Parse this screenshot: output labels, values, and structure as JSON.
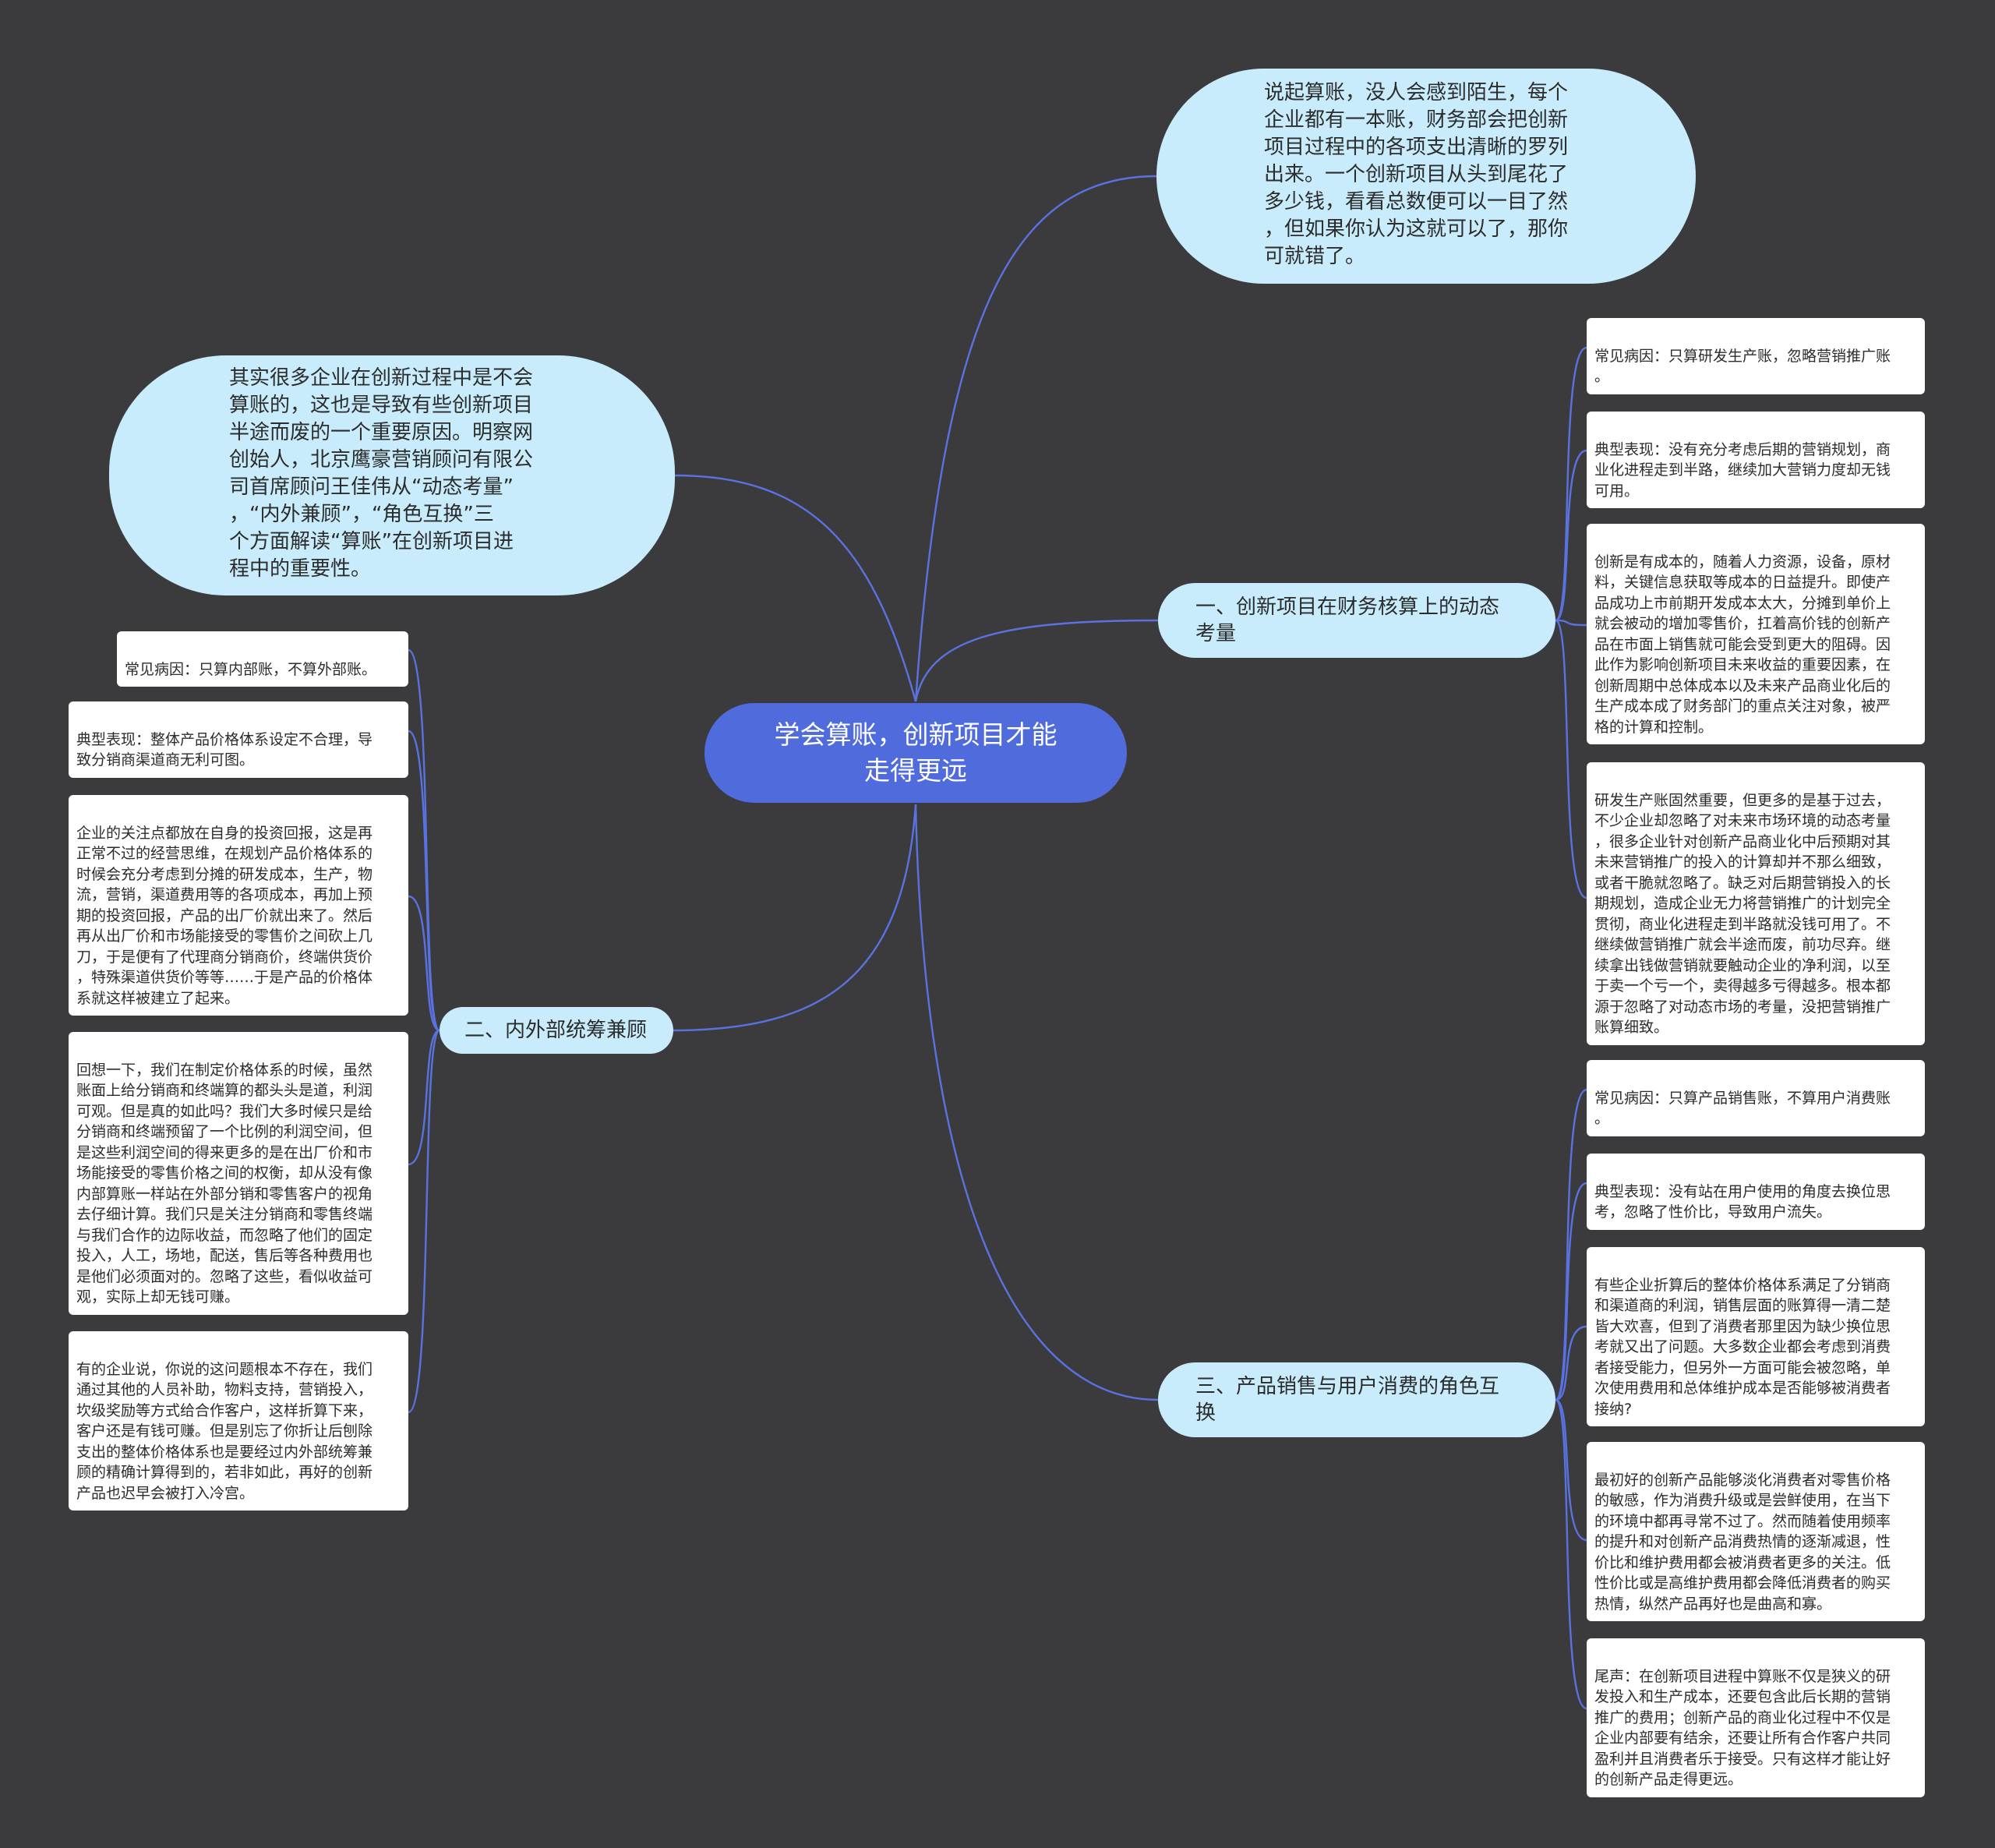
{
  "root": {
    "text": "学会算账，创新项目才能\n走得更远"
  },
  "intro_right": {
    "text": "说起算账，没人会感到陌生，每个\n企业都有一本账，财务部会把创新\n项目过程中的各项支出清晰的罗列\n出来。一个创新项目从头到尾花了\n多少钱，看看总数便可以一目了然\n，但如果你认为这就可以了，那你\n可就错了。"
  },
  "intro_left": {
    "text": "其实很多企业在创新过程中是不会\n算账的，这也是导致有些创新项目\n半途而废的一个重要原因。明察网\n创始人，北京鹰豪营销顾问有限公\n司首席顾问王佳伟从“动态考量”\n，“内外兼顾”，“角色互换”三\n个方面解读“算账”在创新项目进\n程中的重要性。"
  },
  "branch1": {
    "label": "一、创新项目在财务核算上的动态\n考量",
    "leaves": [
      "常见病因：只算研发生产账，忽略营销推广账\n。",
      "典型表现：没有充分考虑后期的营销规划，商\n业化进程走到半路，继续加大营销力度却无钱\n可用。",
      "创新是有成本的，随着人力资源，设备，原材\n料，关键信息获取等成本的日益提升。即使产\n品成功上市前期开发成本太大，分摊到单价上\n就会被动的增加零售价，扛着高价钱的创新产\n品在市面上销售就可能会受到更大的阻碍。因\n此作为影响创新项目未来收益的重要因素，在\n创新周期中总体成本以及未来产品商业化后的\n生产成本成了财务部门的重点关注对象，被严\n格的计算和控制。",
      "研发生产账固然重要，但更多的是基于过去，\n不少企业却忽略了对未来市场环境的动态考量\n，很多企业针对创新产品商业化中后预期对其\n未来营销推广的投入的计算却并不那么细致，\n或者干脆就忽略了。缺乏对后期营销投入的长\n期规划，造成企业无力将营销推广的计划完全\n贯彻，商业化进程走到半路就没钱可用了。不\n继续做营销推广就会半途而废，前功尽弃。继\n续拿出钱做营销就要触动企业的净利润，以至\n于卖一个亏一个，卖得越多亏得越多。根本都\n源于忽略了对动态市场的考量，没把营销推广\n账算细致。"
    ]
  },
  "branch2": {
    "label": "二、内外部统筹兼顾",
    "leaves": [
      "常见病因：只算内部账，不算外部账。",
      "典型表现：整体产品价格体系设定不合理，导\n致分销商渠道商无利可图。",
      "企业的关注点都放在自身的投资回报，这是再\n正常不过的经营思维，在规划产品价格体系的\n时候会充分考虑到分摊的研发成本，生产，物\n流，营销，渠道费用等的各项成本，再加上预\n期的投资回报，产品的出厂价就出来了。然后\n再从出厂价和市场能接受的零售价之间砍上几\n刀，于是便有了代理商分销商价，终端供货价\n，特殊渠道供货价等等……于是产品的价格体\n系就这样被建立了起来。",
      "回想一下，我们在制定价格体系的时候，虽然\n账面上给分销商和终端算的都头头是道，利润\n可观。但是真的如此吗？我们大多时候只是给\n分销商和终端预留了一个比例的利润空间，但\n是这些利润空间的得来更多的是在出厂价和市\n场能接受的零售价格之间的权衡，却从没有像\n内部算账一样站在外部分销和零售客户的视角\n去仔细计算。我们只是关注分销商和零售终端\n与我们合作的边际收益，而忽略了他们的固定\n投入，人工，场地，配送，售后等各种费用也\n是他们必须面对的。忽略了这些，看似收益可\n观，实际上却无钱可赚。",
      "有的企业说，你说的这问题根本不存在，我们\n通过其他的人员补助，物料支持，营销投入，\n坎级奖励等方式给合作客户，这样折算下来，\n客户还是有钱可赚。但是别忘了你折让后刨除\n支出的整体价格体系也是要经过内外部统筹兼\n顾的精确计算得到的，若非如此，再好的创新\n产品也迟早会被打入冷宫。"
    ]
  },
  "branch3": {
    "label": "三、产品销售与用户消费的角色互\n换",
    "leaves": [
      "常见病因：只算产品销售账，不算用户消费账\n。",
      "典型表现：没有站在用户使用的角度去换位思\n考，忽略了性价比，导致用户流失。",
      "有些企业折算后的整体价格体系满足了分销商\n和渠道商的利润，销售层面的账算得一清二楚\n皆大欢喜，但到了消费者那里因为缺少换位思\n考就又出了问题。大多数企业都会考虑到消费\n者接受能力，但另外一方面可能会被忽略，单\n次使用费用和总体维护成本是否能够被消费者\n接纳?",
      "最初好的创新产品能够淡化消费者对零售价格\n的敏感，作为消费升级或是尝鲜使用，在当下\n的环境中都再寻常不过了。然而随着使用频率\n的提升和对创新产品消费热情的逐渐减退，性\n价比和维护费用都会被消费者更多的关注。低\n性价比或是高维护费用都会降低消费者的购买\n热情，纵然产品再好也是曲高和寡。",
      "尾声：在创新项目进程中算账不仅是狭义的研\n发投入和生产成本，还要包含此后长期的营销\n推广的费用；创新产品的商业化过程中不仅是\n企业内部要有结余，还要让所有合作客户共同\n盈利并且消费者乐于接受。只有这样才能让好\n的创新产品走得更远。"
    ]
  },
  "colors": {
    "background": "#3b3b3d",
    "root": "#4f6bdc",
    "bubble": "#c8ecfb",
    "leaf": "#ffffff",
    "connector": "#5a72e0"
  }
}
